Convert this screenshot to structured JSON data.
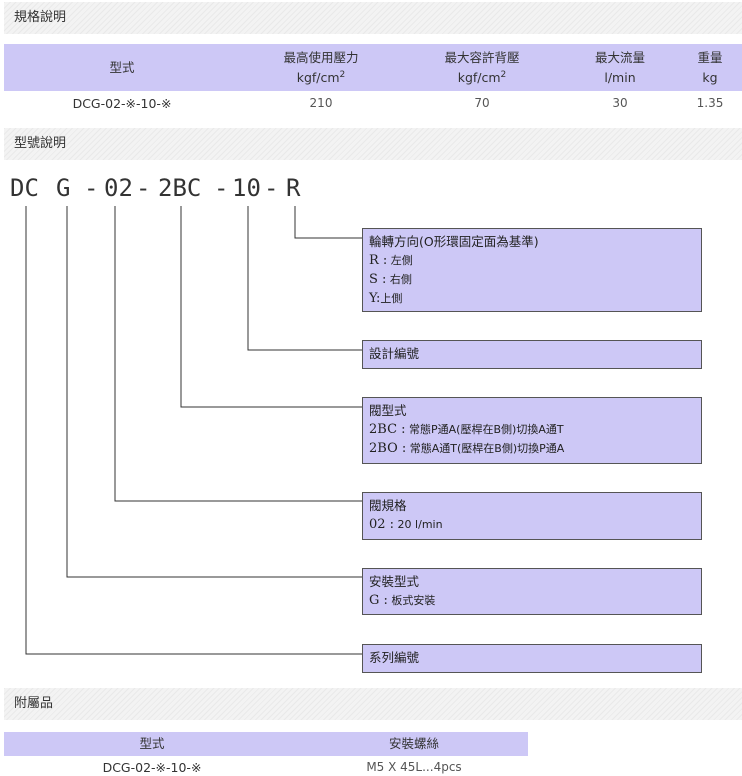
{
  "sections": {
    "spec": "規格說明",
    "model": "型號說明",
    "accessory": "附屬品"
  },
  "spec_table": {
    "headers": {
      "model": "型式",
      "max_pressure": "最高使用壓力",
      "max_pressure_unit": "kgf/cm",
      "max_pressure_unit_exp": "2",
      "max_back": "最大容許背壓",
      "max_back_unit": "kgf/cm",
      "max_back_unit_exp": "2",
      "max_flow": "最大流量",
      "max_flow_unit": "l/min",
      "weight": "重量",
      "weight_unit": "kg"
    },
    "row": {
      "model": "DCG-02-※-10-※",
      "max_pressure": "210",
      "max_back": "70",
      "max_flow": "30",
      "weight": "1.35"
    }
  },
  "code": {
    "dc": "DC",
    "g": "G",
    "dash1": "-",
    "size": "02",
    "dash2": "-",
    "type": "2BC",
    "dash3": "-",
    "design": "10",
    "dash4": "-",
    "dir": "R"
  },
  "boxes": {
    "direction": {
      "title": "輪轉方向(O形環固定面為基準)",
      "items": [
        {
          "key": "R :",
          "val": " 左側"
        },
        {
          "key": "S :",
          "val": " 右側"
        },
        {
          "key": "Y:",
          "val": "上側"
        }
      ]
    },
    "design": {
      "title": "設計編號"
    },
    "valve_type": {
      "title": "閥型式",
      "items": [
        {
          "key": "2BC :",
          "val": " 常態P通A(壓桿在B側)切換A通T"
        },
        {
          "key": "2BO :",
          "val": " 常態A通T(壓桿在B側)切換P通A"
        }
      ]
    },
    "valve_size": {
      "title": "閥規格",
      "items": [
        {
          "key": "02 :",
          "val": " 20 l/min"
        }
      ]
    },
    "mount": {
      "title": "安裝型式",
      "items": [
        {
          "key": "G :",
          "val": " 板式安裝"
        }
      ]
    },
    "series": {
      "title": "系列編號"
    }
  },
  "acc_table": {
    "headers": {
      "model": "型式",
      "screw": "安裝螺絲"
    },
    "row": {
      "model": "DCG-02-※-10-※",
      "screw": "M5 X 45L...4pcs"
    }
  }
}
